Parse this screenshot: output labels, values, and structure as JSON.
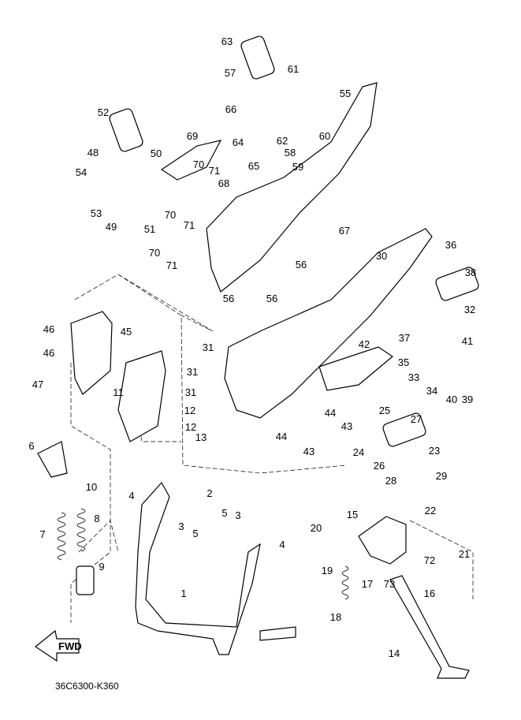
{
  "diagram_code": "36C6300-K360",
  "fwd_label": "FWD",
  "callouts": [
    "63",
    "61",
    "57",
    "55",
    "52",
    "66",
    "69",
    "60",
    "62",
    "64",
    "58",
    "48",
    "50",
    "65",
    "59",
    "54",
    "70",
    "71",
    "68",
    "53",
    "49",
    "51",
    "70",
    "71",
    "70",
    "71",
    "67",
    "36",
    "30",
    "56",
    "38",
    "32",
    "56",
    "56",
    "46",
    "45",
    "37",
    "41",
    "31",
    "42",
    "35",
    "46",
    "33",
    "31",
    "47",
    "34",
    "40",
    "39",
    "11",
    "31",
    "12",
    "44",
    "43",
    "25",
    "27",
    "12",
    "13",
    "44",
    "43",
    "6",
    "24",
    "23",
    "10",
    "26",
    "29",
    "4",
    "2",
    "28",
    "5",
    "3",
    "8",
    "15",
    "22",
    "3",
    "5",
    "20",
    "7",
    "21",
    "4",
    "72",
    "9",
    "19",
    "17",
    "73",
    "16",
    "1",
    "18",
    "14"
  ]
}
